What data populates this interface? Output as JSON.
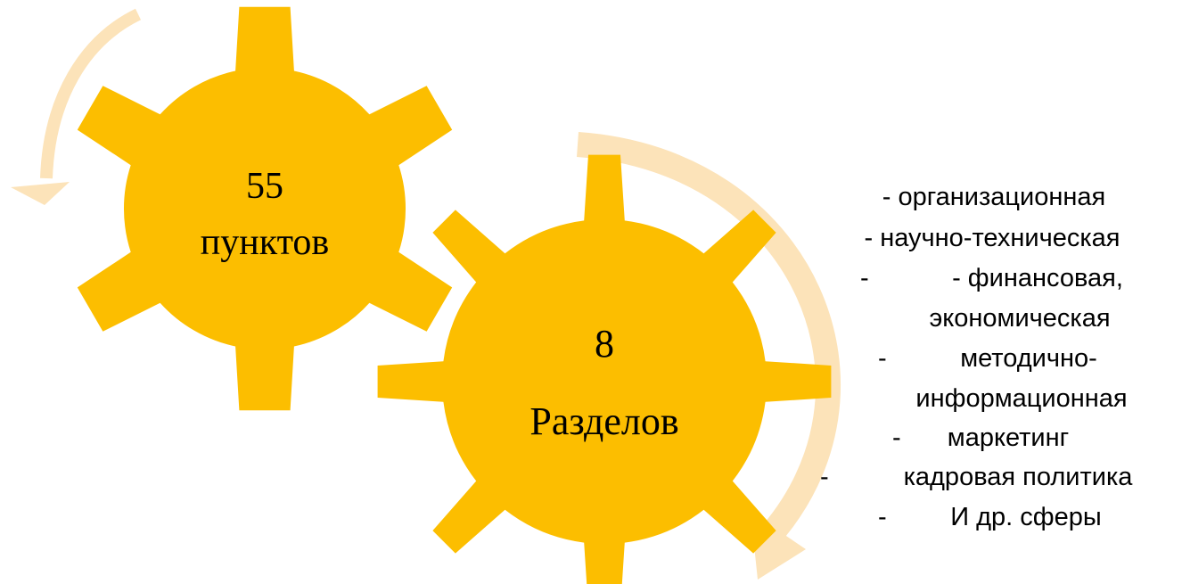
{
  "colors": {
    "gear": "#FCBE00",
    "arrow": "#FCE3B9",
    "text": "#000000"
  },
  "gear_small": {
    "line1": "55",
    "line2": "пунктов"
  },
  "gear_large": {
    "line1": "8",
    "line2": "Разделов"
  },
  "areas": [
    "- организационная",
    "- научно-техническая",
    "- финансовая,",
    "экономическая",
    "методично-",
    "информационная",
    "маркетинг",
    "кадровая политика",
    "И др. сферы"
  ],
  "dashes": [
    "-",
    "-",
    "-",
    "-",
    "-"
  ]
}
